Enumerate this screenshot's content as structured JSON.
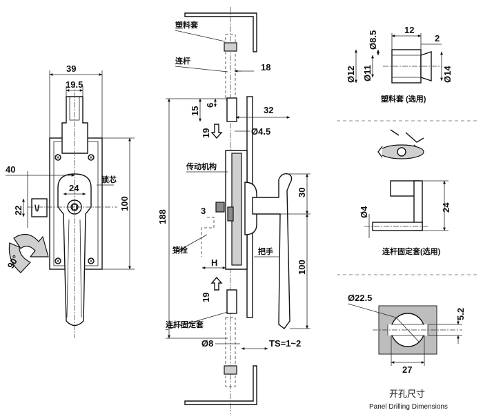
{
  "front_view": {
    "dims": {
      "w39": "39",
      "w19_5": "19.5",
      "w24": "24",
      "w40": "40",
      "h22": "22",
      "h100": "100",
      "deg": "90°"
    },
    "labels": {
      "lock_core": "锁芯"
    }
  },
  "side_view": {
    "dims": {
      "d18": "18",
      "d15": "15",
      "d6": "6",
      "d32": "32",
      "d19_top": "19",
      "dia4_5": "Ø4.5",
      "d188": "188",
      "d30": "30",
      "d3": "3",
      "d100": "100",
      "dH": "H",
      "d19_bot": "19",
      "dia8": "Ø8",
      "ts": "TS=1~2"
    },
    "labels": {
      "plastic_sleeve": "塑料套",
      "link_rod": "连杆",
      "drive_mech": "传动机构",
      "pin": "销栓",
      "handle": "把手",
      "rod_fixing_sleeve": "连杆固定套"
    }
  },
  "sleeve_detail": {
    "dims": {
      "w12": "12",
      "w2": "2",
      "dia8_5": "Ø8.5",
      "dia12": "Ø12",
      "dia11": "Ø11",
      "dia14": "Ø14"
    },
    "caption": "塑料套 (选用)"
  },
  "rod_fix_detail": {
    "dims": {
      "dia4": "Ø4",
      "h24": "24"
    },
    "caption": "连杆固定套(选用)"
  },
  "panel": {
    "dims": {
      "dia22_5": "Ø22.5",
      "h5_2": "5.2",
      "w27": "27"
    },
    "caption_cn": "开孔尺寸",
    "caption_en": "Panel Drilling Dimensions"
  }
}
